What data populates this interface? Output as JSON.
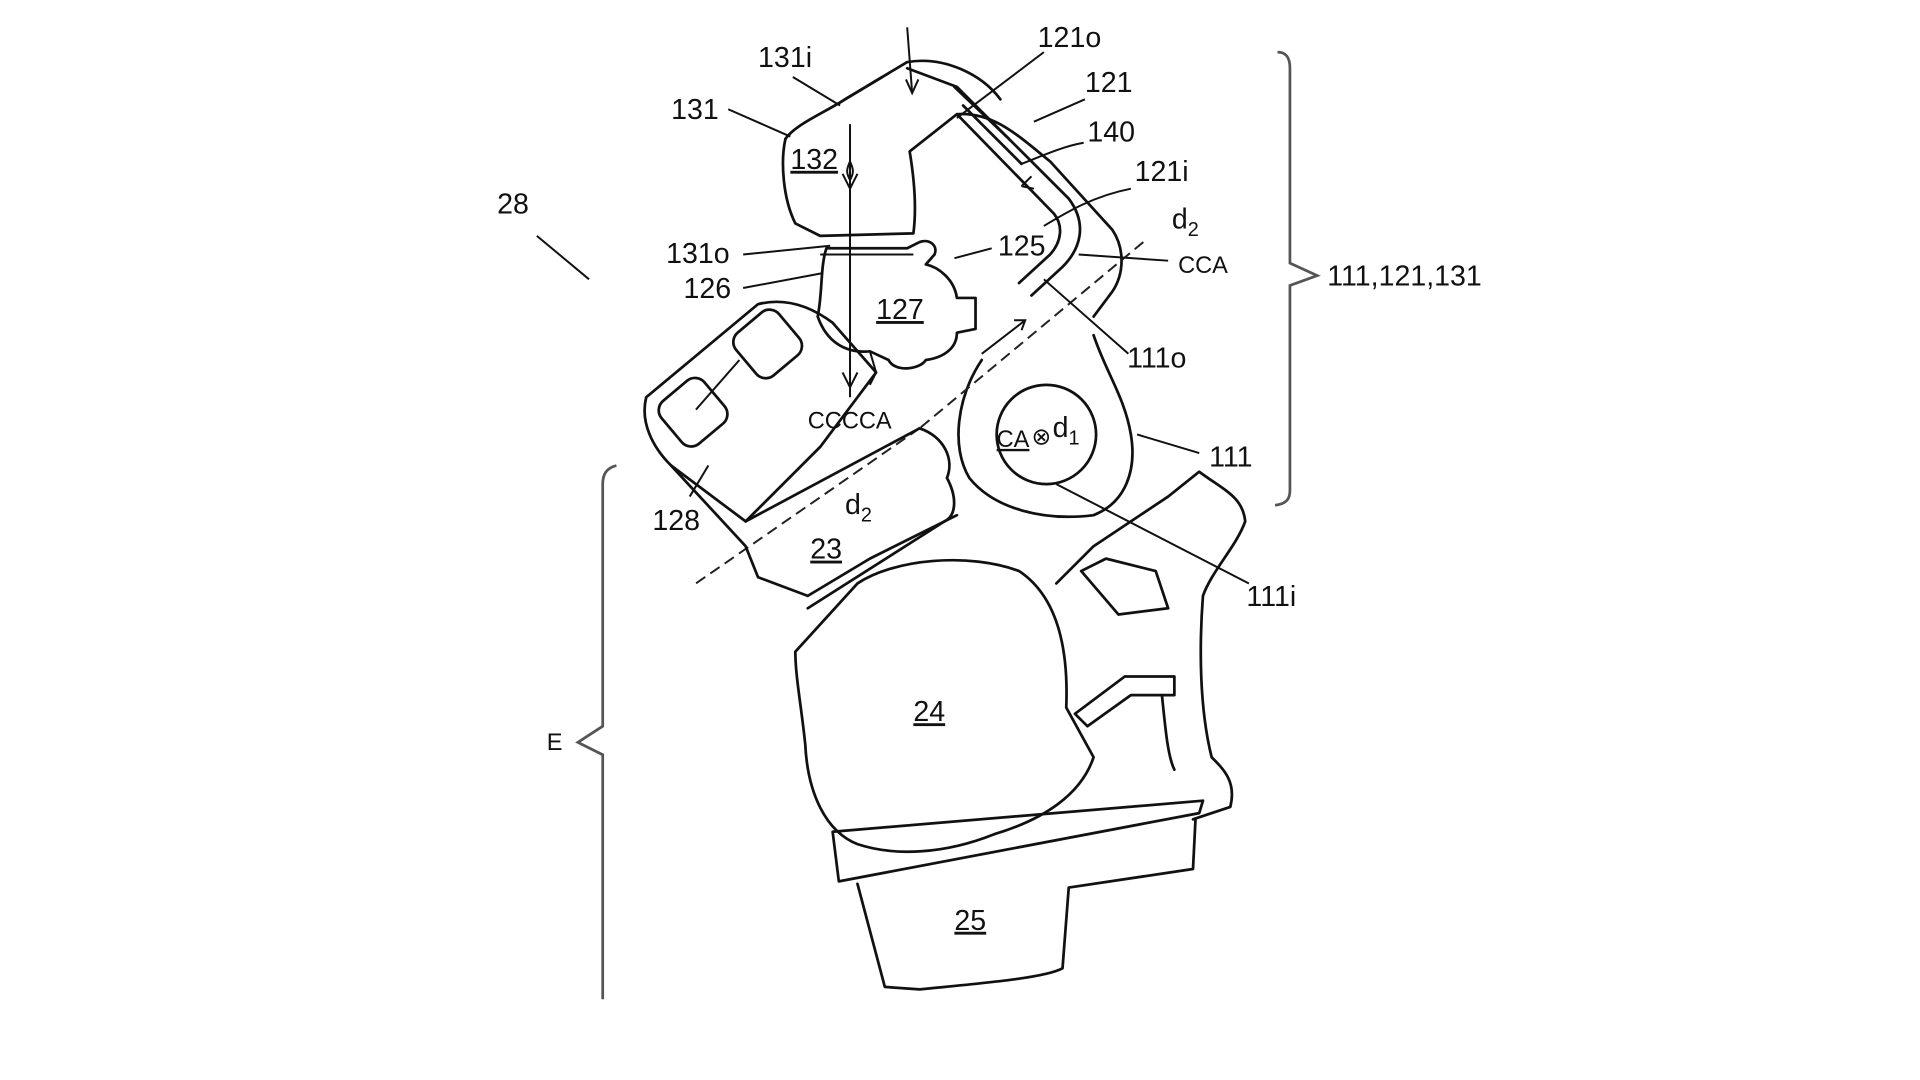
{
  "figure": {
    "background": "#ffffff",
    "line_color": "#111111",
    "reference_numerals": {
      "assembly": "28",
      "exhaust_manifold": "131",
      "manifold_inlet": "131i",
      "manifold_outlet": "131o",
      "manifold_chamber": "132",
      "turbine_duct": "121",
      "duct_outlet": "121o",
      "duct_inlet": "121i",
      "duct_liner": "140",
      "valve": "125",
      "valve_seat": "126",
      "valve_body": "127",
      "flange": "128",
      "converter": "111",
      "converter_outlet": "111o",
      "converter_inlet": "111i",
      "cylinder_head": "23",
      "engine_block": "24",
      "oil_pan": "25"
    },
    "axis_labels": {
      "center_axis": "CA",
      "circle_center_symbol": "⊗",
      "converter_diameter": "d",
      "converter_diameter_sub": "1",
      "duct_diameter": "d",
      "duct_diameter_sub": "2",
      "curved_center_axis": "CCA",
      "curved_curved_center_axis": "CCCCA"
    },
    "braces": {
      "upper_group": "111,121,131",
      "engine": "E"
    }
  }
}
